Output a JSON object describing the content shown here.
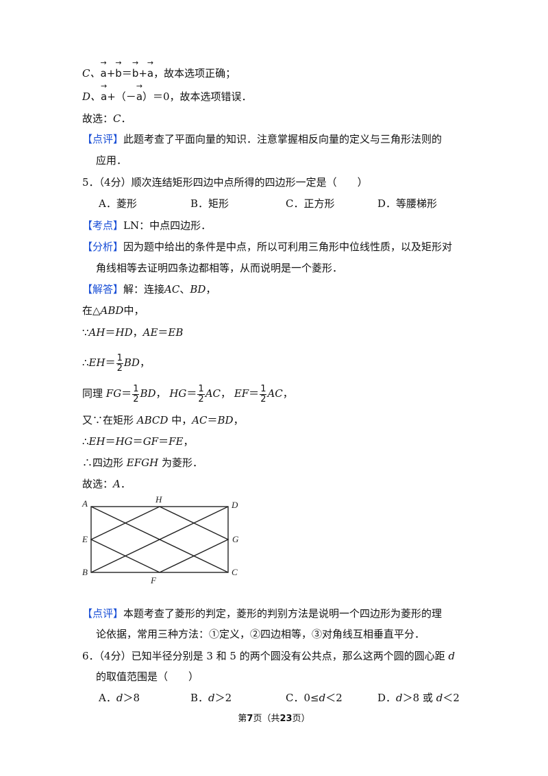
{
  "header_lines": {
    "c": {
      "label": "C、",
      "v1": "a",
      "plus": "+",
      "v2": "b",
      "eq": "＝",
      "v3": "b",
      "plus2": "+",
      "v4": "a",
      "rest": "，故本选项正确；"
    },
    "d": {
      "label": "D、",
      "v1": "a",
      "open": "+（－",
      "v2": "a",
      "rest": "）＝0，故本选项错误．"
    },
    "answer": {
      "text": "故选：",
      "letter": "C",
      "end": "．"
    }
  },
  "review4": {
    "tag": "【点评】",
    "line1": "此题考查了平面向量的知识．注意掌握相反向量的定义与三角形法则的",
    "line2": "应用．"
  },
  "q5": {
    "stem": "5．（4分）顺次连结矩形四边中点所得的四边形一定是（　　）",
    "options": [
      {
        "label": "A．",
        "text": "菱形"
      },
      {
        "label": "B．",
        "text": "矩形"
      },
      {
        "label": "C．",
        "text": "正方形"
      },
      {
        "label": "D．",
        "text": "等腰梯形"
      }
    ],
    "kaodian_tag": "【考点】",
    "kaodian": "LN：中点四边形．",
    "fenxi_tag": "【分析】",
    "fenxi1": "因为题中给出的条件是中点，所以可利用三角形中位线性质，以及矩形对",
    "fenxi2": "角线相等去证明四条边都相等，从而说明是一个菱形．",
    "jieda_tag": "【解答】",
    "jieda": "解：连接",
    "ac": "AC",
    "sep": "、",
    "bd": "BD",
    "comma": "，",
    "step1_pre": "在△",
    "step1_abd": "ABD",
    "step1_post": "中，",
    "step2_because": "∵",
    "step2_a": "AH",
    "step2_eq": "＝",
    "step2_b": "HD",
    "step2_sep": "，",
    "step2_c": "AE",
    "step2_d": "EB",
    "step3_therefore": "∴",
    "step3_eh": "EH",
    "frac_num": "1",
    "frac_den": "2",
    "step4_pre": "同理 ",
    "step4_fg": "FG",
    "step4_hg": "HG",
    "step4_ef": "EF",
    "step4_ac": "AC",
    "step5_pre": "又∵在矩形 ",
    "step5_abcd": "ABCD",
    "step5_mid": " 中，",
    "step6_gf": "GF",
    "step6_fe": "FE",
    "step7_pre": "∴四边形 ",
    "step7_efgh": "EFGH",
    "step7_post": " 为菱形．",
    "answer": "故选：",
    "answer_letter": "A",
    "answer_end": "．",
    "figure_labels": {
      "A": "A",
      "H": "H",
      "D": "D",
      "E": "E",
      "G": "G",
      "B": "B",
      "F": "F",
      "C": "C"
    },
    "review_tag": "【点评】",
    "review1": "本题考查了菱形的判定，菱形的判别方法是说明一个四边形为菱形的理",
    "review2": "论依据，常用三种方法：①定义，②四边相等，③对角线互相垂直平分．"
  },
  "q6": {
    "stem1": "6．（4分）已知半径分别是 3 和 5 的两个圆没有公共点，那么这两个圆的圆心距 ",
    "d": "d",
    "stem2": "的取值范围是（　　）",
    "options": [
      {
        "label": "A．",
        "var": "d",
        "text": "＞8"
      },
      {
        "label": "B．",
        "var": "d",
        "text": "＞2"
      },
      {
        "label": "C．",
        "pre": "0≤",
        "var": "d",
        "text": "＜2"
      },
      {
        "label": "D．",
        "var": "d",
        "text": "＞8 或 ",
        "var2": "d",
        "text2": "＜2"
      }
    ]
  },
  "footer": {
    "pre": "第",
    "page": "7",
    "mid": "页（共",
    "total": "23",
    "post": "页）"
  }
}
